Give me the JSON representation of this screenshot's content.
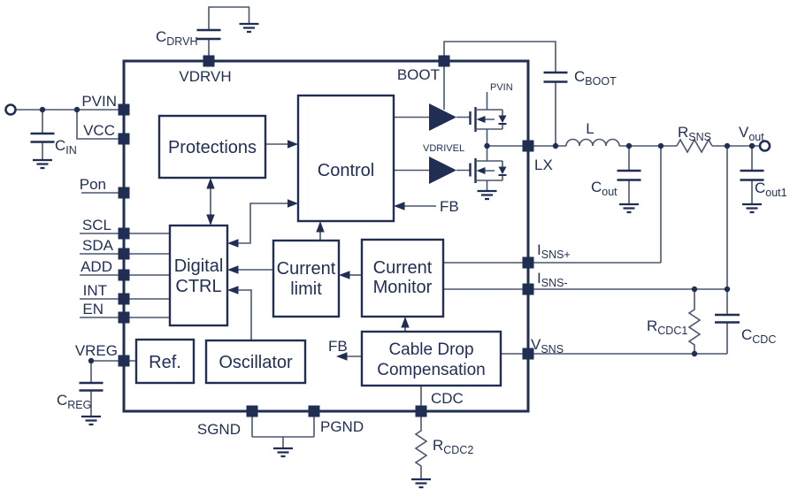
{
  "colors": {
    "ink": "#1f2e52",
    "wire": "#4a566f",
    "background": "#ffffff"
  },
  "ic": {
    "blocks": {
      "protections": "Protections",
      "control": "Control",
      "digital_ctrl": [
        "Digital",
        "CTRL"
      ],
      "current_limit": [
        "Current",
        "limit"
      ],
      "current_monitor": [
        "Current",
        "Monitor"
      ],
      "cable_drop": [
        "Cable Drop",
        "Compensation"
      ],
      "ref": "Ref.",
      "oscillator": "Oscillator"
    },
    "pins": {
      "pvin": "PVIN",
      "vcc": "VCC",
      "pon": "Pon",
      "scl": "SCL",
      "sda": "SDA",
      "add": "ADD",
      "int": "INT",
      "en": "EN",
      "vreg": "VREG",
      "vdrvh": "VDRVH",
      "boot": "BOOT",
      "lx": "LX",
      "sgnd": "SGND",
      "pgnd": "PGND",
      "cdc": "CDC",
      "isns_plus": {
        "main": "I",
        "sub": "SNS+"
      },
      "isns_minus": {
        "main": "I",
        "sub": "SNS-"
      },
      "vsns": {
        "main": "V",
        "sub": "SNS"
      }
    },
    "signals": {
      "fb_control": "FB",
      "fb_cdc": "FB",
      "pvin_hs": "PVIN",
      "vdrivel": "VDRIVEL"
    }
  },
  "components": {
    "c_in": {
      "main": "C",
      "sub": "IN"
    },
    "c_drvh": {
      "main": "C",
      "sub": "DRVH"
    },
    "c_boot": {
      "main": "C",
      "sub": "BOOT"
    },
    "c_out": {
      "main": "C",
      "sub": "out"
    },
    "c_out1": {
      "main": "C",
      "sub": "out1"
    },
    "c_reg": {
      "main": "C",
      "sub": "REG"
    },
    "c_cdc": {
      "main": "C",
      "sub": "CDC"
    },
    "r_sns": {
      "main": "R",
      "sub": "SNS"
    },
    "r_cdc1": {
      "main": "R",
      "sub": "CDC1"
    },
    "r_cdc2": {
      "main": "R",
      "sub": "CDC2"
    },
    "inductor": "L",
    "v_out": {
      "main": "V",
      "sub": "out"
    }
  }
}
